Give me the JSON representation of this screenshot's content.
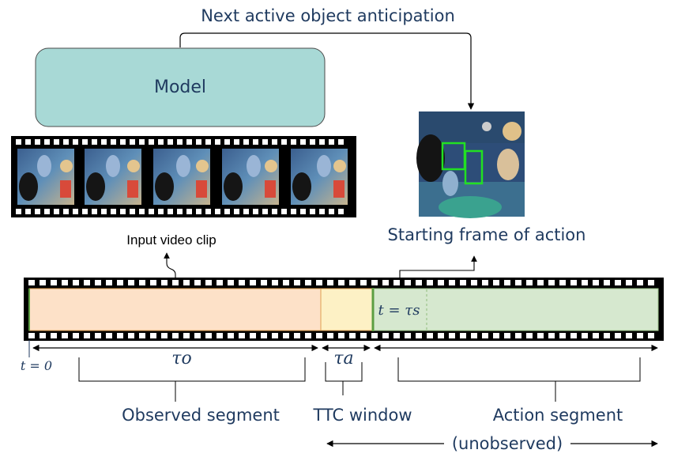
{
  "title": "Next active object anticipation",
  "model_label": "Model",
  "input_clip_label": "Input video clip",
  "start_frame_label": "Starting frame of action",
  "t0_label": "t = 0",
  "ts_label": "t = τs",
  "tau_o_label": "τo",
  "tau_a_label": "τa",
  "observed_label": "Observed segment",
  "ttc_label": "TTC window",
  "action_label": "Action segment",
  "unobserved_label": "(unobserved)",
  "colors": {
    "text": "#1f3a5f",
    "model_fill": "#a8d9d6",
    "observed_fill": "#fde1c8",
    "ttc_fill": "#fdf1c5",
    "action_fill": "#d6e8cf",
    "divider_green": "#5c9e42",
    "bbox_green": "#22e022",
    "film": "#000000"
  },
  "icons": {
    "film_strip": "film-strip-icon",
    "arrow": "arrow-icon"
  }
}
